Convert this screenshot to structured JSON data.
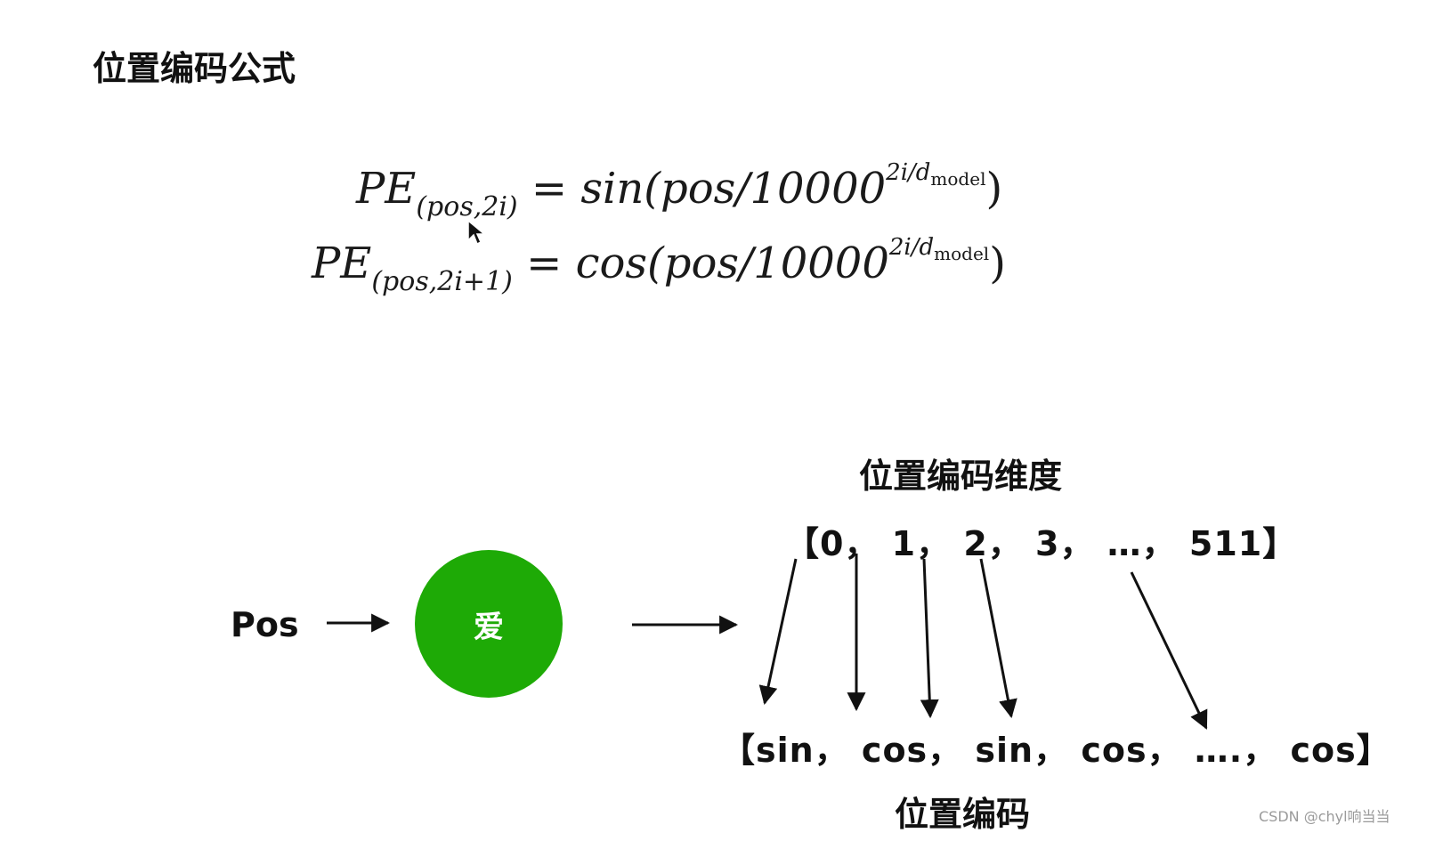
{
  "title": "位置编码公式",
  "formulas": {
    "sin_line": {
      "lhs": "PE",
      "sub": "(pos,2i)",
      "eq": "=",
      "func": "sin",
      "open": "(pos/10000",
      "sup": "2i/d",
      "sup_sub": "model",
      "close": ")"
    },
    "cos_line": {
      "lhs": "PE",
      "sub": "(pos,2i+1)",
      "eq": "=",
      "func": "cos",
      "open": "(pos/10000",
      "sup": "2i/d",
      "sup_sub": "model",
      "close": ")"
    }
  },
  "diagram": {
    "pos_label": "Pos",
    "token": "爱",
    "token_color": "#1eaa06",
    "dimension_label": "位置编码维度",
    "dimensions": "【0， 1， 2， 3， …， 511】",
    "encodings": "【sin， cos， sin， cos， ….， cos】",
    "encoding_label": "位置编码"
  },
  "watermark": "CSDN @chyl响当当"
}
